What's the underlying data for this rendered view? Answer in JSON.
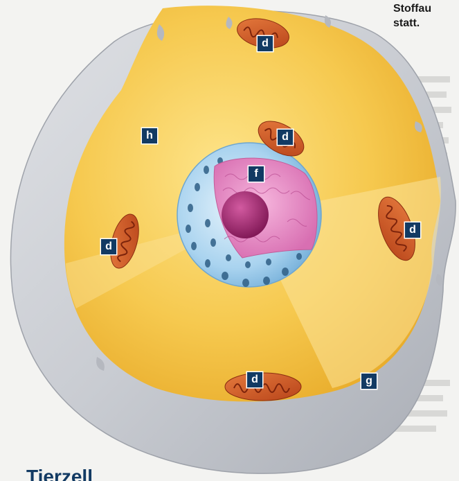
{
  "corner_text": {
    "line1": "Stoffau",
    "line2": "statt."
  },
  "bottom_heading": "Tierzell",
  "labels": {
    "mitochondrion_top": "d",
    "mitochondrion_center": "d",
    "mitochondrion_right": "d",
    "mitochondrion_left": "d",
    "mitochondrion_bottom": "d",
    "nucleus": "f",
    "cell_membrane": "g",
    "cytoplasm": "h"
  },
  "colors": {
    "cytoplasm": "#f6c94f",
    "membrane": "#c9ccd2",
    "nuclear_envelope": "#8fc3e6",
    "nucleoplasm": "#e58ac4",
    "nucleolus": "#a3236e",
    "mitochondrion": "#cf5a25",
    "label_box": "#123a63"
  }
}
